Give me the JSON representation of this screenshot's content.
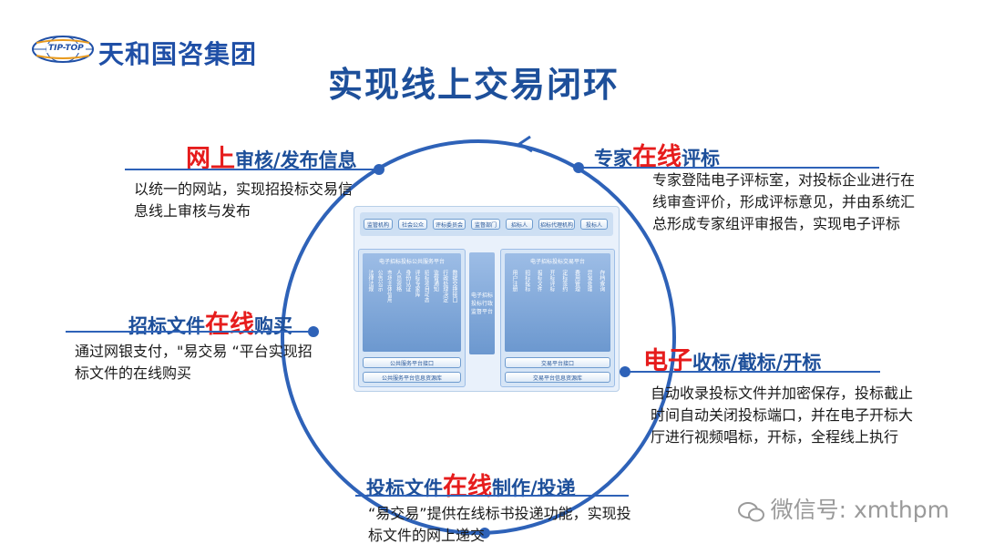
{
  "header": {
    "logo_text": "TIP-TOP",
    "company": "天和国咨集团",
    "title": "实现线上交易闭环"
  },
  "sections": {
    "review": {
      "highlight": "网上",
      "rest": "审核/发布信息",
      "desc": "以统一的网站，实现招投标交易信息线上审核与发布"
    },
    "purchase": {
      "before": "招标文件",
      "highlight": "在线",
      "after": "购买",
      "desc": "通过网银支付，\"易交易 “平台实现招标文件的在线购买"
    },
    "produce": {
      "before": "投标文件",
      "highlight": "在线",
      "after": "制作/投递",
      "desc": "“易交易”提供在线标书投递功能，实现投标文件的网上递交"
    },
    "expert": {
      "before": "专家",
      "highlight": "在线",
      "after": "评标",
      "desc": "专家登陆电子评标室，对投标企业进行在线审查评价，形成评标意见，并由系统汇总形成专家组评审报告，实现电子评标"
    },
    "electronic": {
      "highlight": "电子",
      "rest": "收标/截标/开标",
      "desc": "自动收录投标文件并加密保存，投标截止时间自动关闭投标端口，并在电子开标大厅进行视频唱标，开标，全程线上执行"
    }
  },
  "diagram": {
    "top_boxes": [
      "监管机构",
      "社会公众",
      "评标委员会",
      "监督部门",
      "招标人",
      "招标代理机构",
      "投标人"
    ],
    "left_platform": {
      "title": "电子招标投标公共服务平台",
      "columns": [
        "法律法规",
        "公告公示",
        "市场主体信用",
        "人员资格",
        "身份认证",
        "评标专家库",
        "招标项目动态",
        "监督通知",
        "行政处理决定",
        "数据交换接口"
      ],
      "interface": "公共服务平台接口",
      "resource": "公共服务平台信息资源库"
    },
    "middle_platform": {
      "title": "电子招标投标行政监督平台"
    },
    "right_platform": {
      "title": "电子招标投标交易平台",
      "columns": [
        "用户注册",
        "招标投标",
        "投标文件",
        "开标评标",
        "定标签约",
        "费用管理",
        "异常处理",
        "存档查询"
      ],
      "interface": "交易平台接口",
      "resource": "交易平台信息资源库"
    }
  },
  "watermark": "微信号: xmthpm",
  "colors": {
    "primary": "#1d4f9a",
    "highlight": "#e61c1c",
    "circle": "#2e62b8"
  }
}
